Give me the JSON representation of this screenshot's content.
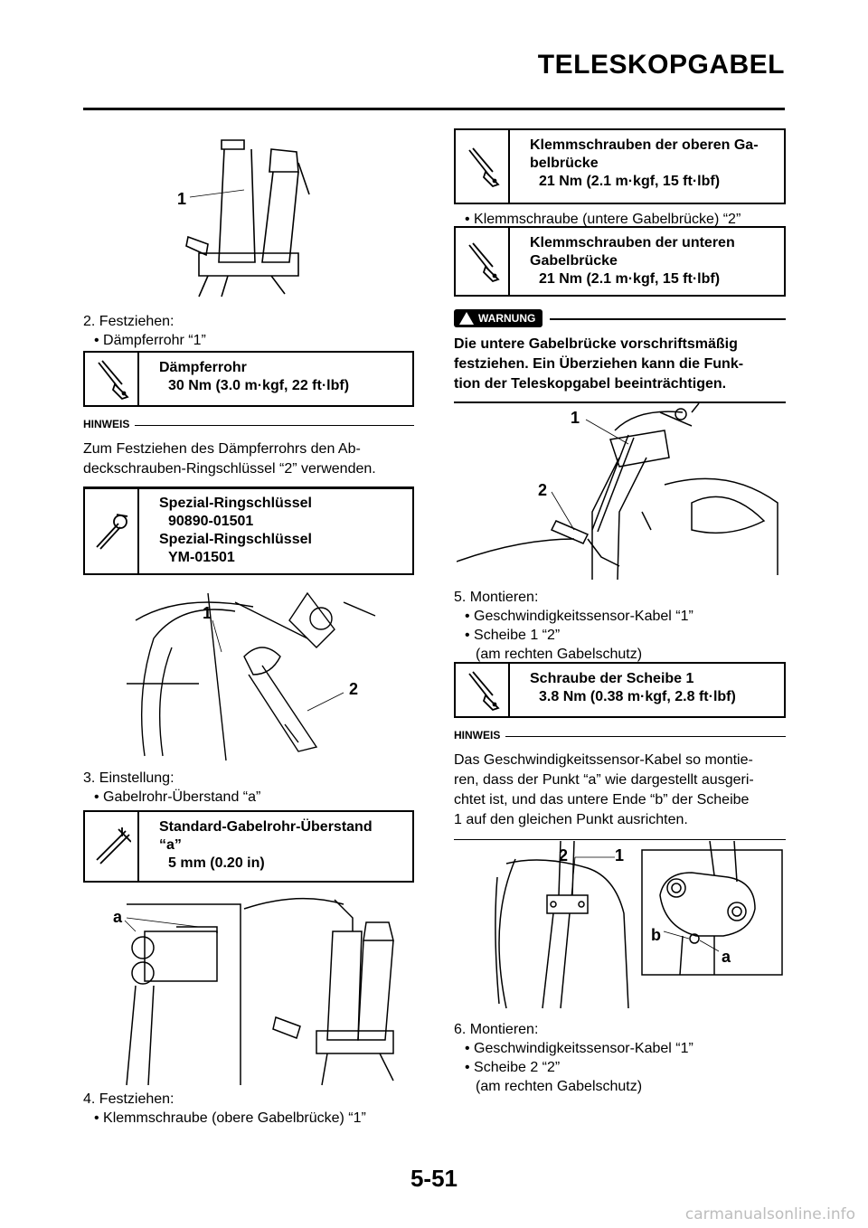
{
  "header": {
    "title": "TELESKOPGABEL"
  },
  "footer": {
    "page_number": "5-51",
    "watermark": "carmanualsonline.info"
  },
  "left": {
    "fig1": {
      "label_1": "1"
    },
    "step2": {
      "title": "2.  Festziehen:",
      "item1": "• Dämpferrohr “1”"
    },
    "spec1": {
      "name": "Dämpferrohr",
      "value": "30 Nm (3.0 m·kgf, 22 ft·lbf)"
    },
    "note1": {
      "head": "HINWEIS",
      "text1": "Zum Festziehen des Dämpferrohrs den Ab-",
      "text2": "deckschrauben-Ringschlüssel “2” verwenden."
    },
    "spec2": {
      "line1": "Spezial-Ringschlüssel",
      "line2": "90890-01501",
      "line3": "Spezial-Ringschlüssel",
      "line4": "YM-01501"
    },
    "fig2": {
      "label_1": "1",
      "label_2": "2"
    },
    "step3": {
      "title": "3.  Einstellung:",
      "item1": "• Gabelrohr-Überstand “a”"
    },
    "spec3": {
      "line1": "Standard-Gabelrohr-Überstand",
      "line2": "“a”",
      "value": "5 mm (0.20 in)"
    },
    "fig3": {
      "label_a": "a"
    },
    "step4": {
      "title": "4.  Festziehen:",
      "item1": "• Klemmschraube (obere Gabelbrücke) “1”"
    }
  },
  "right": {
    "spec4": {
      "line1": "Klemmschrauben der oberen Ga-",
      "line2": "belbrücke",
      "value": "21 Nm (2.1 m·kgf, 15 ft·lbf)"
    },
    "bullet1": "• Klemmschraube (untere Gabelbrücke) “2”",
    "spec5": {
      "line1": "Klemmschrauben der unteren",
      "line2": "Gabelbrücke",
      "value": "21 Nm (2.1 m·kgf, 15 ft·lbf)"
    },
    "warning": {
      "badge": "WARNUNG",
      "text1": "Die untere Gabelbrücke vorschriftsmäßig",
      "text2": "festziehen. Ein Überziehen kann die Funk-",
      "text3": "tion der Teleskopgabel beeinträchtigen."
    },
    "fig4": {
      "label_1": "1",
      "label_2": "2"
    },
    "step5": {
      "title": "5.  Montieren:",
      "item1": "• Geschwindigkeitssensor-Kabel “1”",
      "item2": "• Scheibe 1 “2”",
      "item3": "(am rechten Gabelschutz)"
    },
    "spec6": {
      "line1": "Schraube der Scheibe 1",
      "value": "3.8 Nm (0.38 m·kgf, 2.8 ft·lbf)"
    },
    "note2": {
      "head": "HINWEIS",
      "text1": "Das Geschwindigkeitssensor-Kabel so montie-",
      "text2": "ren, dass der Punkt “a” wie dargestellt ausgeri-",
      "text3": "chtet ist, und das untere Ende “b” der Scheibe",
      "text4": "1 auf den gleichen Punkt ausrichten."
    },
    "fig5": {
      "label_2": "2",
      "label_1": "1",
      "label_b": "b",
      "label_a": "a"
    },
    "step6": {
      "title": "6.  Montieren:",
      "item1": "• Geschwindigkeitssensor-Kabel “1”",
      "item2": "• Scheibe 2 “2”",
      "item3": "(am rechten Gabelschutz)"
    }
  }
}
